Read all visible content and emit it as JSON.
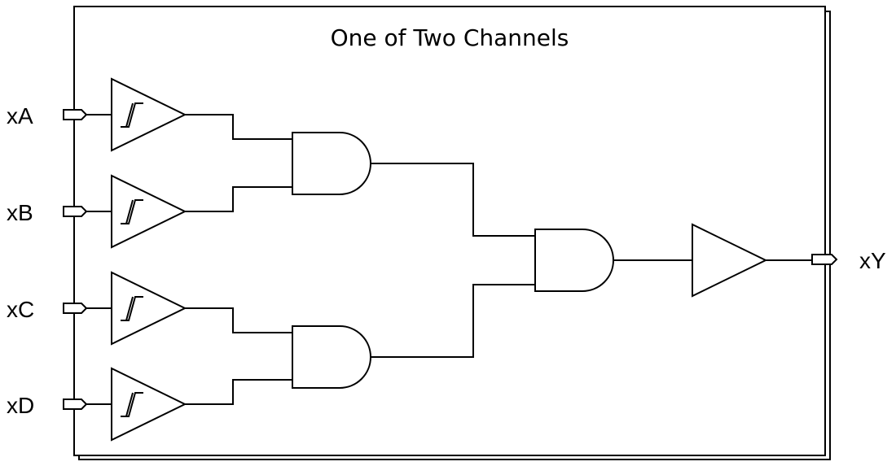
{
  "title": "One of Two Channels",
  "inputs": [
    {
      "id": "a",
      "label": "xA"
    },
    {
      "id": "b",
      "label": "xB"
    },
    {
      "id": "c",
      "label": "xC"
    },
    {
      "id": "d",
      "label": "xD"
    }
  ],
  "output": {
    "label": "xY"
  },
  "components": {
    "schmitt_buffers": 4,
    "and_gates_first_stage": 2,
    "and_gates_second_stage": 1,
    "output_buffers": 1
  },
  "colors": {
    "line": "#000000",
    "background": "#ffffff"
  }
}
